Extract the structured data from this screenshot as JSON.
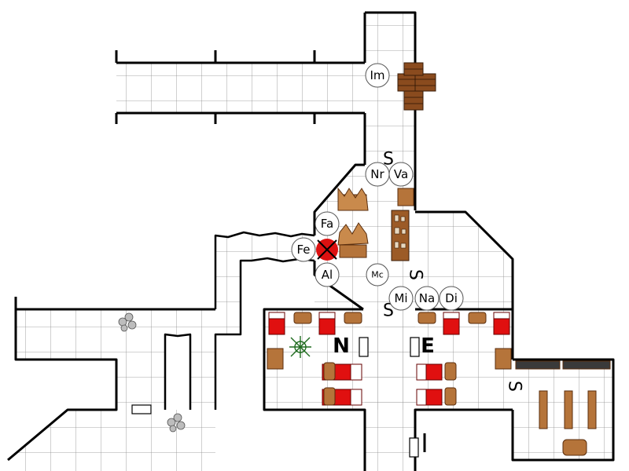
{
  "map": {
    "colors": {
      "wall": "#000000",
      "grid": "#888888",
      "wood": "#b5743a",
      "wood_dark": "#6b3b16",
      "blanket": "#e01010",
      "marker": "#dd1111",
      "rubble": "#aaaaaa"
    },
    "tokens": [
      {
        "id": "im",
        "label": "Im"
      },
      {
        "id": "nr",
        "label": "Nr"
      },
      {
        "id": "va",
        "label": "Va"
      },
      {
        "id": "fa",
        "label": "Fa"
      },
      {
        "id": "fe",
        "label": "Fe"
      },
      {
        "id": "al",
        "label": "Al"
      },
      {
        "id": "mc",
        "label": "Mc"
      },
      {
        "id": "mi",
        "label": "Mi"
      },
      {
        "id": "na",
        "label": "Na"
      },
      {
        "id": "di",
        "label": "Di"
      }
    ],
    "room_letters": {
      "north": "N",
      "east": "E"
    },
    "secret_door_label": "S",
    "icons": [
      "barrels-icon",
      "bed-icon",
      "chest-icon",
      "table-icon",
      "rubble-icon",
      "spider-web-icon",
      "kill-marker-icon",
      "bookshelf-icon",
      "door-icon"
    ]
  }
}
